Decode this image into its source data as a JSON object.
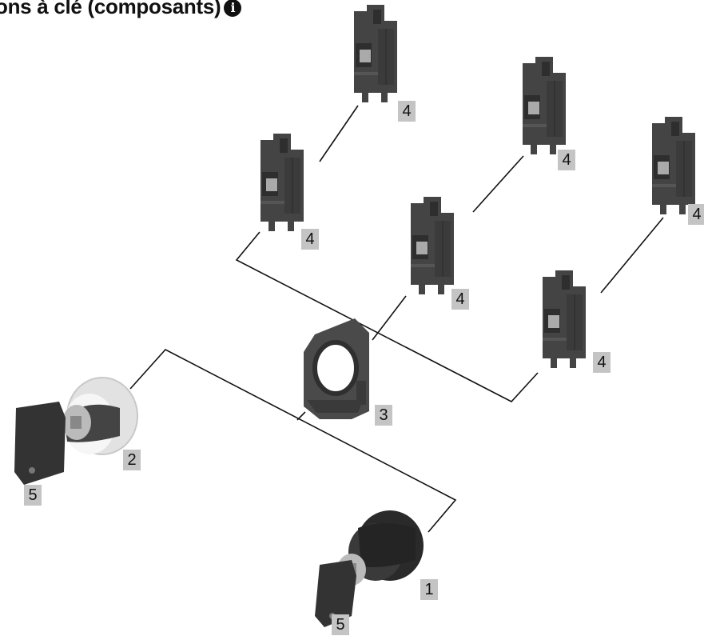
{
  "title": "ons à clé (composants)",
  "icons": {
    "info": "info-circle-icon"
  },
  "labels": {
    "contact_block": "4",
    "holder": "3",
    "selector_head_a": "2",
    "selector_head_b": "1",
    "key": "5"
  }
}
